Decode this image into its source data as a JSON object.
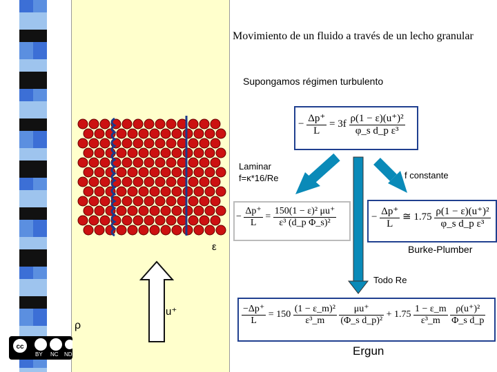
{
  "title": "Movimiento de un fluido a través de un lecho granular",
  "subtitle": "Supongamos régimen turbulento",
  "labels": {
    "laminar_line1": "Laminar",
    "laminar_line2": "f=κ*16/Re",
    "f_constante": "f constante",
    "epsilon": "ε",
    "burke_plumber": "Burke-Plumber",
    "todo_re": "Todo Re",
    "u_plus": "u⁺",
    "rho": "ρ",
    "ergun": "Ergun"
  },
  "equations": {
    "main": {
      "lhs_num": "Δp⁺",
      "lhs_den": "L",
      "mid": "= 3f",
      "rhs_num": "ρ(1 − ε)(u⁺)²",
      "rhs_den": "φ_s d_p ε³"
    },
    "laminar": {
      "lhs_num": "Δp⁺",
      "lhs_den": "L",
      "rhs_num": "150(1 − ε)² μu⁺",
      "rhs_den": "ε³ (d_p Φ_s)²"
    },
    "burke": {
      "lhs_num": "Δp⁺",
      "lhs_den": "L",
      "op": "≅ 1.75",
      "rhs_num": "ρ(1 − ε)(u⁺)²",
      "rhs_den": "φ_s d_p ε³"
    },
    "ergun": {
      "lhs_num": "−Δp⁺",
      "lhs_den": "L",
      "t1_coef": "= 150",
      "t1_num1": "(1 − ε_m)²",
      "t1_den1": "ε³_m",
      "t1_num2": "μu⁺",
      "t1_den2": "(Φ_s d_p)²",
      "t2_coef": "+ 1.75",
      "t2_num1": "1 − ε_m",
      "t2_den1": "ε³_m",
      "t2_num2": "ρ(u⁺)²",
      "t2_den2": "Φ_s d_p"
    }
  },
  "license": {
    "badges": [
      "BY",
      "NC",
      "ND"
    ]
  },
  "colors": {
    "particle": "#cc1111",
    "arrow": "#0a8ab8",
    "stripe_dark": "#111111",
    "stripe_blue": "#3c6fd6",
    "stripe_light": "#9ec4ee",
    "panel": "#ffffcc",
    "box_border": "#1f3f8f"
  }
}
